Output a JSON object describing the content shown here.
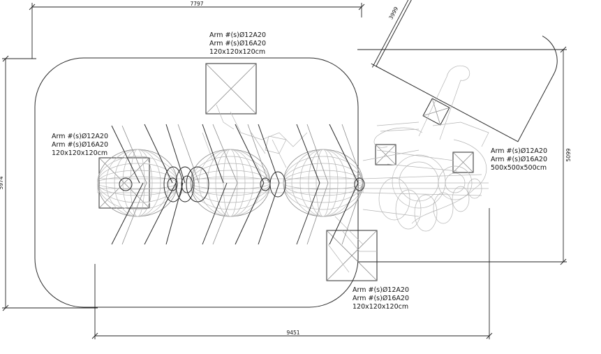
{
  "dimensions": {
    "top_width": "7797",
    "rotated_top": "3999",
    "left_height": "5974",
    "right_height": "5099",
    "bottom_width": "9451"
  },
  "annotations": {
    "top": {
      "line1": "Arm  #(s)Ø12A20",
      "line2": "Arm  #(s)Ø16A20",
      "line3": "120x120x120cm"
    },
    "left": {
      "line1": "Arm  #(s)Ø12A20",
      "line2": "Arm  #(s)Ø16A20",
      "line3": "120x120x120cm"
    },
    "right": {
      "line1": "Arm  #(s)Ø12A20",
      "line2": "Arm  #(s)Ø16A20",
      "line3": "500x500x500cm"
    },
    "bottom": {
      "line1": "Arm  #(s)Ø12A20",
      "line2": "Arm  #(s)Ø16A20",
      "line3": "120x120x120cm"
    }
  }
}
